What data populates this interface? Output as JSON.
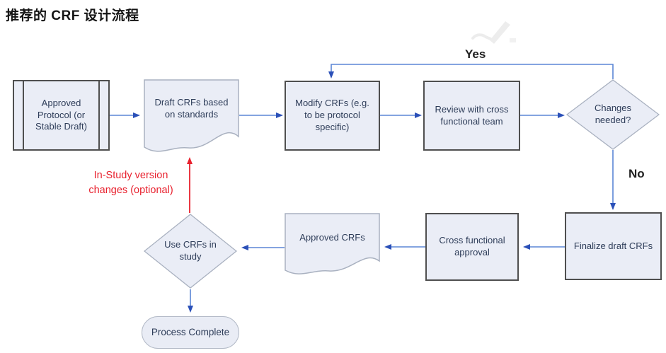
{
  "title": "推荐的 CRF 设计流程",
  "flowchart": {
    "nodes": {
      "approved_protocol": {
        "label": "Approved Protocol (or Stable Draft)",
        "type": "predefined-process"
      },
      "draft_crfs": {
        "label": "Draft CRFs based on standards",
        "type": "document"
      },
      "modify_crfs": {
        "label": "Modify CRFs (e.g. to be protocol specific)",
        "type": "process"
      },
      "review_team": {
        "label": "Review with cross functional team",
        "type": "process"
      },
      "changes_needed": {
        "label": "Changes needed?",
        "type": "decision"
      },
      "finalize_draft": {
        "label": "Finalize draft CRFs",
        "type": "process"
      },
      "cross_approval": {
        "label": "Cross functional approval",
        "type": "process"
      },
      "approved_crfs": {
        "label": "Approved CRFs",
        "type": "document"
      },
      "use_crfs": {
        "label": "Use CRFs in study",
        "type": "decision"
      },
      "process_complete": {
        "label": "Process Complete",
        "type": "terminator"
      }
    },
    "edge_labels": {
      "yes": "Yes",
      "no": "No"
    },
    "annotation": {
      "in_study_note": "In-Study version changes (optional)"
    },
    "colors": {
      "node_fill": "#eaedf6",
      "process_border": "#4f4f4f",
      "soft_border": "#a9b1c0",
      "arrow_line": "#5b86d5",
      "arrowhead": "#2b50b8",
      "annotation_red": "#e8212e",
      "node_text": "#2e3d59",
      "title_text": "#141414"
    }
  }
}
